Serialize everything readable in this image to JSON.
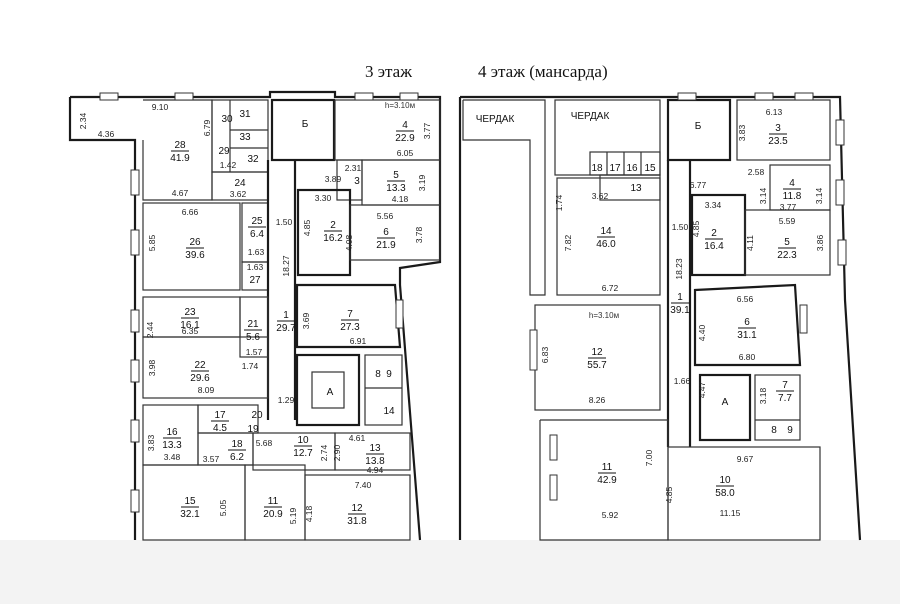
{
  "titles": {
    "floor3": "3 этаж",
    "floor4": "4 этаж (мансарда)"
  },
  "floor3": {
    "ceiling": "h=3.10м",
    "rooms": [
      {
        "no": "28",
        "area": "41.9"
      },
      {
        "no": "30",
        "area": ""
      },
      {
        "no": "31",
        "area": ""
      },
      {
        "no": "33",
        "area": ""
      },
      {
        "no": "29",
        "area": ""
      },
      {
        "no": "32",
        "area": ""
      },
      {
        "no": "24",
        "area": ""
      },
      {
        "no": "Б",
        "area": ""
      },
      {
        "no": "4",
        "area": "22.9"
      },
      {
        "no": "3",
        "area": ""
      },
      {
        "no": "5",
        "area": "13.3"
      },
      {
        "no": "2",
        "area": "16.2"
      },
      {
        "no": "6",
        "area": "21.9"
      },
      {
        "no": "26",
        "area": "39.6"
      },
      {
        "no": "25",
        "area": "6.4"
      },
      {
        "no": "27",
        "area": ""
      },
      {
        "no": "23",
        "area": "16.1"
      },
      {
        "no": "21",
        "area": "5.6"
      },
      {
        "no": "22",
        "area": "29.6"
      },
      {
        "no": "1",
        "area": "29.7"
      },
      {
        "no": "7",
        "area": "27.3"
      },
      {
        "no": "А",
        "area": ""
      },
      {
        "no": "8",
        "area": ""
      },
      {
        "no": "9",
        "area": ""
      },
      {
        "no": "14",
        "area": ""
      },
      {
        "no": "17",
        "area": "4.5"
      },
      {
        "no": "20",
        "area": ""
      },
      {
        "no": "19",
        "area": ""
      },
      {
        "no": "16",
        "area": "13.3"
      },
      {
        "no": "18",
        "area": "6.2"
      },
      {
        "no": "10",
        "area": "12.7"
      },
      {
        "no": "13",
        "area": "13.8"
      },
      {
        "no": "15",
        "area": "32.1"
      },
      {
        "no": "11",
        "area": "20.9"
      },
      {
        "no": "12",
        "area": "31.8"
      }
    ],
    "dimensions": [
      "9.10",
      "2.34",
      "4.36",
      "6.79",
      "4.67",
      "1.42",
      "3.62",
      "3.77",
      "6.05",
      "2.31",
      "3.89",
      "3.19",
      "4.18",
      "3.30",
      "5.56",
      "3.78",
      "4.08",
      "4.85",
      "1.50",
      "18.27",
      "6.66",
      "5.85",
      "1.63",
      "1.63",
      "2.44",
      "6.35",
      "1.57",
      "3.98",
      "1.74",
      "8.09",
      "3.69",
      "6.91",
      "1.29",
      "3.83",
      "3.48",
      "3.57",
      "5.68",
      "2.74",
      "2.90",
      "4.61",
      "4.94",
      "7.40",
      "5.05",
      "5.19",
      "4.18"
    ]
  },
  "floor4": {
    "ceiling": "h=3.10м",
    "rooms": [
      {
        "no": "ЧЕРДАК",
        "area": ""
      },
      {
        "no": "ЧЕРДАК",
        "area": ""
      },
      {
        "no": "18",
        "area": ""
      },
      {
        "no": "17",
        "area": ""
      },
      {
        "no": "16",
        "area": ""
      },
      {
        "no": "15",
        "area": ""
      },
      {
        "no": "13",
        "area": ""
      },
      {
        "no": "14",
        "area": "46.0"
      },
      {
        "no": "Б",
        "area": ""
      },
      {
        "no": "3",
        "area": "23.5"
      },
      {
        "no": "4",
        "area": "11.8"
      },
      {
        "no": "2",
        "area": "16.4"
      },
      {
        "no": "5",
        "area": "22.3"
      },
      {
        "no": "1",
        "area": "39.1"
      },
      {
        "no": "6",
        "area": "31.1"
      },
      {
        "no": "12",
        "area": "55.7"
      },
      {
        "no": "А",
        "area": ""
      },
      {
        "no": "7",
        "area": "7.7"
      },
      {
        "no": "8",
        "area": ""
      },
      {
        "no": "9",
        "area": ""
      },
      {
        "no": "11",
        "area": "42.9"
      },
      {
        "no": "10",
        "area": "58.0"
      }
    ],
    "dimensions": [
      "1.74",
      "3.62",
      "7.82",
      "6.72",
      "6.13",
      "3.83",
      "2.58",
      "6.77",
      "3.14",
      "3.14",
      "3.77",
      "3.34",
      "5.59",
      "4.85",
      "4.11",
      "3.86",
      "1.50",
      "18.23",
      "6.56",
      "4.40",
      "6.80",
      "6.83",
      "8.26",
      "1.66",
      "4.47",
      "3.18",
      "7.00",
      "4.85",
      "5.92",
      "9.67",
      "11.15"
    ]
  }
}
